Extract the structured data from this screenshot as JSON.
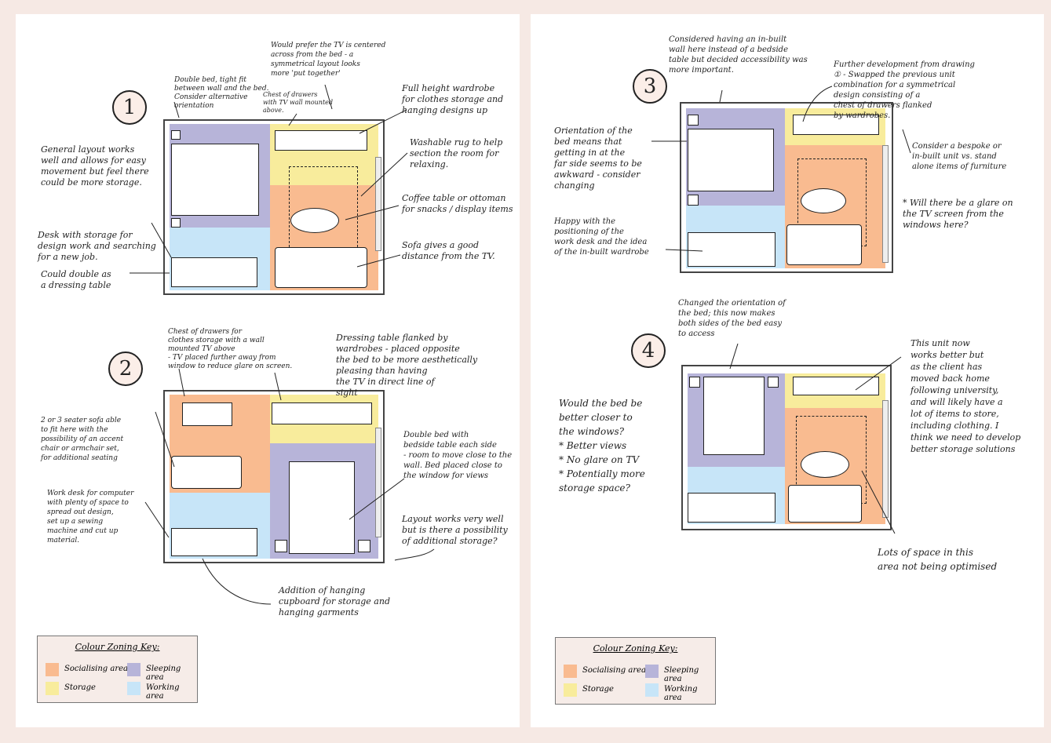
{
  "plans": [
    {
      "number": "1",
      "notes": [
        "Double bed, tight fit\nbetween wall and the bed.\nConsider alternative\norientation",
        "Would prefer the TV is centered\nacross from the bed - a\nsymmetrical layout looks\nmore 'put together'",
        "Chest of drawers\nwith TV wall mounted\nabove.",
        "Full height wardrobe\nfor clothes storage and\nhanging designs up",
        "General layout works\nwell and allows for easy\nmovement but feel there\ncould be more storage.",
        "Washable rug to help\nsection the room for\nrelaxing.",
        "Coffee table or ottoman\nfor snacks / display items",
        "Desk with storage for\ndesign work and searching\nfor a new job.",
        "Could double as\na dressing table",
        "Sofa gives a good\ndistance from the TV."
      ]
    },
    {
      "number": "2",
      "notes": [
        "Chest of drawers for\nclothes storage with a wall\nmounted TV above\n- TV placed further away from\nwindow to reduce glare on screen.",
        "Dressing table flanked by\nwardrobes - placed opposite\nthe bed to be more aesthetically\npleasing than having\nthe TV in direct line of\nsight",
        "2 or 3 seater sofa able\nto fit here with the\npossibility of an accent\nchair or armchair set,\nfor additional seating",
        "Double bed with\nbedside table each side\n- room to move close to the\nwall. Bed placed close to\nthe window for views",
        "Work desk for computer\nwith plenty of space to\nspread out design,\nset up a sewing\nmachine and cut up\nmaterial.",
        "Layout works very well\nbut is there a possibility\nof additional storage?",
        "Addition of hanging\ncupboard for storage and\nhanging garments"
      ]
    },
    {
      "number": "3",
      "notes": [
        "Considered having an in-built\nwall here instead of a bedside\ntable but decided accessibility was\nmore important.",
        "Further development from drawing\n① - Swapped the previous unit\ncombination for a symmetrical\ndesign consisting of a\nchest of drawers flanked\nby wardrobes.",
        "Orientation of the\nbed means that\ngetting in at the\nfar side seems to be\nawkward - consider\nchanging",
        "Consider a bespoke or\nin-built unit vs. stand\nalone items of furniture",
        "* Will there be a glare on\nthe TV screen from the\nwindows here?",
        "Happy with the\npositioning of the\nwork desk and the idea\nof the in-built wardrobe"
      ]
    },
    {
      "number": "4",
      "notes": [
        "Changed the orientation of\nthe bed; this now makes\nboth sides of the bed easy\nto access",
        "This unit now\nworks better but\nas the client has\nmoved back home\nfollowing university,\nand will likely have a\nlot of items to store,\nincluding clothing. I\nthink we need to develop\nbetter storage solutions",
        "Would the bed be\nbetter closer to\nthe windows?\n* Better views\n* No glare on TV\n* Potentially more\nstorage space?",
        "Lots of space in this\narea not being optimised"
      ]
    }
  ],
  "key": {
    "title": "Colour Zoning Key:",
    "items": [
      {
        "label": "Socialising area",
        "color": "#f9bb90"
      },
      {
        "label": "Sleeping area",
        "color": "#b7b4d9"
      },
      {
        "label": "Storage",
        "color": "#f8ec9c"
      },
      {
        "label": "Working area",
        "color": "#c7e5f8"
      }
    ]
  }
}
